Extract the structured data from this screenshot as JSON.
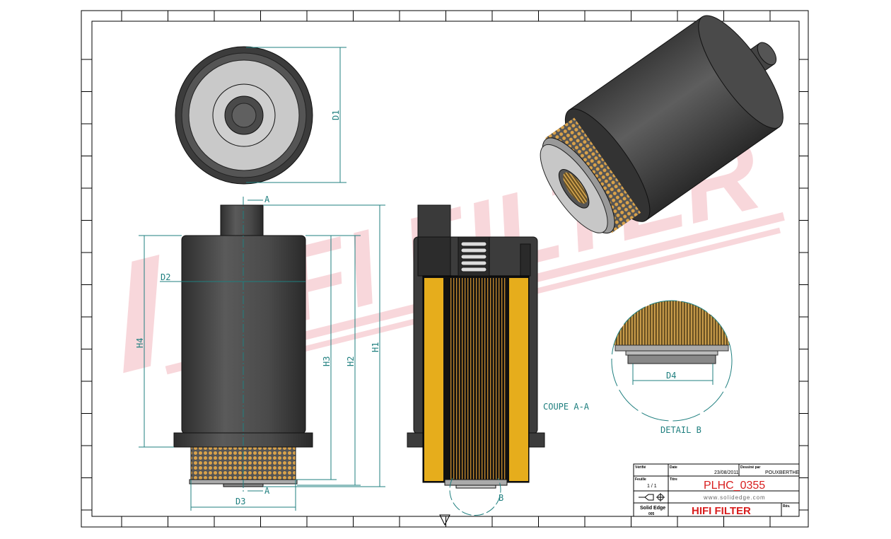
{
  "drawing": {
    "watermark": "HIFI FILTER",
    "views": {
      "section_label": "COUPE A-A",
      "detail_label": "DETAIL B",
      "section_marker": "A",
      "detail_marker": "B"
    },
    "dimensions": {
      "d1": "D1",
      "d2": "D2",
      "d3": "D3",
      "d4": "D4",
      "h1": "H1",
      "h2": "H2",
      "h3": "H3",
      "h4": "H4"
    }
  },
  "title_block": {
    "checked_label": "Vérifié",
    "date_label": "Date",
    "date_value": "23/08/2011",
    "drawn_by_label": "Dessiné par",
    "drawn_by_value": "POUXBERTHE",
    "sheet_label": "Feuille",
    "sheet_value": "1 / 1",
    "title_label": "Titre",
    "part_number": "PLHC_0355",
    "website": "www.solidedge.com",
    "software": "Solid Edge",
    "software_sub": "005",
    "company": "HIFI FILTER",
    "rev_label": "Rév."
  },
  "colors": {
    "dimension": "#1f7f7f",
    "title_red": "#d81e1e",
    "media_yellow": "#e6ad1c",
    "body_dark": "#4a4a4a",
    "watermark": "#f3b8bf"
  }
}
